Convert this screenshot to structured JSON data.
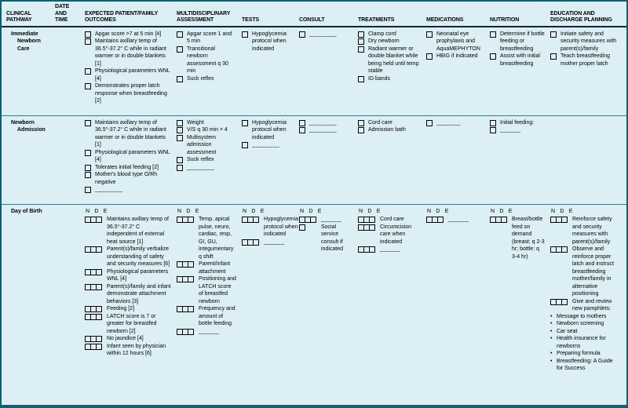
{
  "title": "Newborn clinical pathway checklist table",
  "shift_header": "N D E",
  "colors": {
    "background": "#dceff5",
    "outer_border": "#155e70",
    "header_rule": "#0c2838",
    "row_divider": "#2e7d91",
    "text": "#000000"
  },
  "header": {
    "columns": [
      "CLINICAL PATHWAY",
      "DATE AND TIME",
      "EXPECTED PATIENT/FAMILY OUTCOMES",
      "MULTIDISCIPLINARY ASSESSMENT",
      "TESTS",
      "CONSULT",
      "TREATMENTS",
      "MEDICATIONS",
      "NUTRITION",
      "EDUCATION AND DISCHARGE PLANNING"
    ]
  },
  "rows": [
    {
      "pathway": "Immediate Newborn Care",
      "nde": false,
      "cells": {
        "date": [],
        "outcomes": [
          {
            "box": "single",
            "text": "Apgar score >7 at 5 min [4]"
          },
          {
            "box": "single",
            "text": "Maintains axillary temp of 36.5°-37.2° C while in radiant warmer or in double blankets [1]"
          },
          {
            "box": "single",
            "text": "Physiological parameters WNL [4]"
          },
          {
            "box": "single",
            "text": "Demonstrates proper latch response when breastfeeding [2]"
          }
        ],
        "assessment": [
          {
            "box": "single",
            "text": "Apgar score 1 and 5 min"
          },
          {
            "box": "single",
            "text": "Transitional newborn assessment q 30 min"
          },
          {
            "box": "single",
            "text": "Suck reflex"
          }
        ],
        "tests": [
          {
            "box": "single",
            "text": "Hypoglycemia protocol when indicated"
          }
        ],
        "consult": [
          {
            "box": "single",
            "text": "________"
          }
        ],
        "treatments": [
          {
            "box": "single",
            "text": "Clamp cord"
          },
          {
            "box": "single",
            "text": "Dry newborn"
          },
          {
            "box": "single",
            "text": "Radiant warmer or double blanket while being held until temp stable"
          },
          {
            "box": "single",
            "text": "ID bands"
          }
        ],
        "medications": [
          {
            "box": "single",
            "text": "Neonatal eye prophylaxis and AquaMEPHYTON"
          },
          {
            "box": "single",
            "text": "HBIG if indicated"
          }
        ],
        "nutrition": [
          {
            "box": "single",
            "text": "Determine if bottle feeding or breastfeeding"
          },
          {
            "box": "single",
            "text": "Assist with initial breastfeeding"
          }
        ],
        "education": [
          {
            "box": "single",
            "text": "Initiate safety and security measures with parent(s)/family"
          },
          {
            "box": "single",
            "text": "Teach breastfeeding mother proper latch"
          }
        ]
      }
    },
    {
      "pathway": "Newborn Admission",
      "nde": false,
      "cells": {
        "date": [],
        "outcomes": [
          {
            "box": "single",
            "text": "Maintains axillary temp of 36.5°-37.2° C while in radiant warmer or in double blankets [1]"
          },
          {
            "box": "single",
            "text": "Physiological parameters WNL [4]"
          },
          {
            "box": "single",
            "text": "Tolerates initial feeding [2]"
          },
          {
            "box": "single",
            "text": "Mother's blood type O/Rh negative"
          },
          {
            "box": "single",
            "text": "________"
          }
        ],
        "assessment": [
          {
            "box": "single",
            "text": "Weight"
          },
          {
            "box": "single",
            "text": "V/S q 30 min × 4"
          },
          {
            "box": "single",
            "text": "Multisystem admission assessment"
          },
          {
            "box": "single",
            "text": "Suck reflex"
          },
          {
            "box": "single",
            "text": "________"
          }
        ],
        "tests": [
          {
            "box": "single",
            "text": "Hypoglycemia protocol when indicated"
          },
          {
            "box": "single",
            "text": "________"
          }
        ],
        "consult": [
          {
            "box": "single",
            "text": "________"
          },
          {
            "box": "single",
            "text": "________"
          }
        ],
        "treatments": [
          {
            "box": "single",
            "text": "Cord care"
          },
          {
            "box": "single",
            "text": "Admission bath"
          }
        ],
        "medications": [
          {
            "box": "single",
            "text": "_______"
          }
        ],
        "nutrition": [
          {
            "box": "single",
            "text": "Initial feeding:"
          },
          {
            "box": "single",
            "text": "______"
          }
        ],
        "education": []
      }
    },
    {
      "pathway": "Day of Birth",
      "nde": true,
      "cells": {
        "date": [],
        "outcomes": [
          {
            "box": "triple",
            "text": "Maintains axillary temp of 36.5°-37.2° C independent of external heat source [1]"
          },
          {
            "box": "triple",
            "text": "Parent(s)/family verbalize understanding of safety and security measures [6]"
          },
          {
            "box": "triple",
            "text": "Physiological parameters WNL [4]"
          },
          {
            "box": "triple",
            "text": "Parent(s)/family and infant demonstrate attachment behaviors [3]"
          },
          {
            "box": "triple",
            "text": "Feeding [2]"
          },
          {
            "box": "triple",
            "text": "LATCH score is 7 or greater for breastfed newborn [2]"
          },
          {
            "box": "triple",
            "text": "No jaundice [4]"
          },
          {
            "box": "triple",
            "text": "Infant seen by physician within 12 hours [6]"
          }
        ],
        "assessment": [
          {
            "box": "triple",
            "text": "Temp, apical pulse, neuro, cardiac, resp, GI, GU, integumentary q shift"
          },
          {
            "box": "triple",
            "text": "Parent/Infant attachment"
          },
          {
            "box": "triple",
            "text": "Positioning and LATCH score of breastfed newborn"
          },
          {
            "box": "triple",
            "text": "Frequency and amount of bottle feeding"
          },
          {
            "box": "triple",
            "text": "______"
          }
        ],
        "tests": [
          {
            "box": "triple",
            "text": "Hypoglycemia protocol when indicated"
          },
          {
            "box": "triple",
            "text": "______"
          }
        ],
        "consult": [
          {
            "box": "triple",
            "text": "______"
          },
          {
            "box": "single",
            "text": "Social service consult if indicated"
          }
        ],
        "treatments": [
          {
            "box": "triple",
            "text": "Cord care"
          },
          {
            "box": "triple",
            "text": "Circumcision care when indicated"
          },
          {
            "box": "triple",
            "text": "______"
          }
        ],
        "medications": [
          {
            "box": "triple",
            "text": "______"
          }
        ],
        "nutrition": [
          {
            "box": "triple",
            "text": "Breast/bottle feed on demand (breast: q 2-3 hr; bottle: q 3-4 hr)"
          }
        ],
        "education": [
          {
            "box": "triple",
            "text": "Reinforce safety and security measures with parent(s)/family"
          },
          {
            "box": "triple",
            "text": "Observe and reinforce proper latch and instruct breastfeeding mother/family in alternative positioning"
          },
          {
            "box": "triple",
            "text": "Give and review new pamphlets:"
          },
          {
            "box": "bullet",
            "text": "Message to mothers"
          },
          {
            "box": "bullet",
            "text": "Newborn screening"
          },
          {
            "box": "bullet",
            "text": "Car seat"
          },
          {
            "box": "bullet",
            "text": "Health insurance for newborns"
          },
          {
            "box": "bullet",
            "text": "Preparing formula"
          },
          {
            "box": "bullet",
            "text": "Breastfeeding: A Guide for Success"
          }
        ]
      }
    }
  ]
}
